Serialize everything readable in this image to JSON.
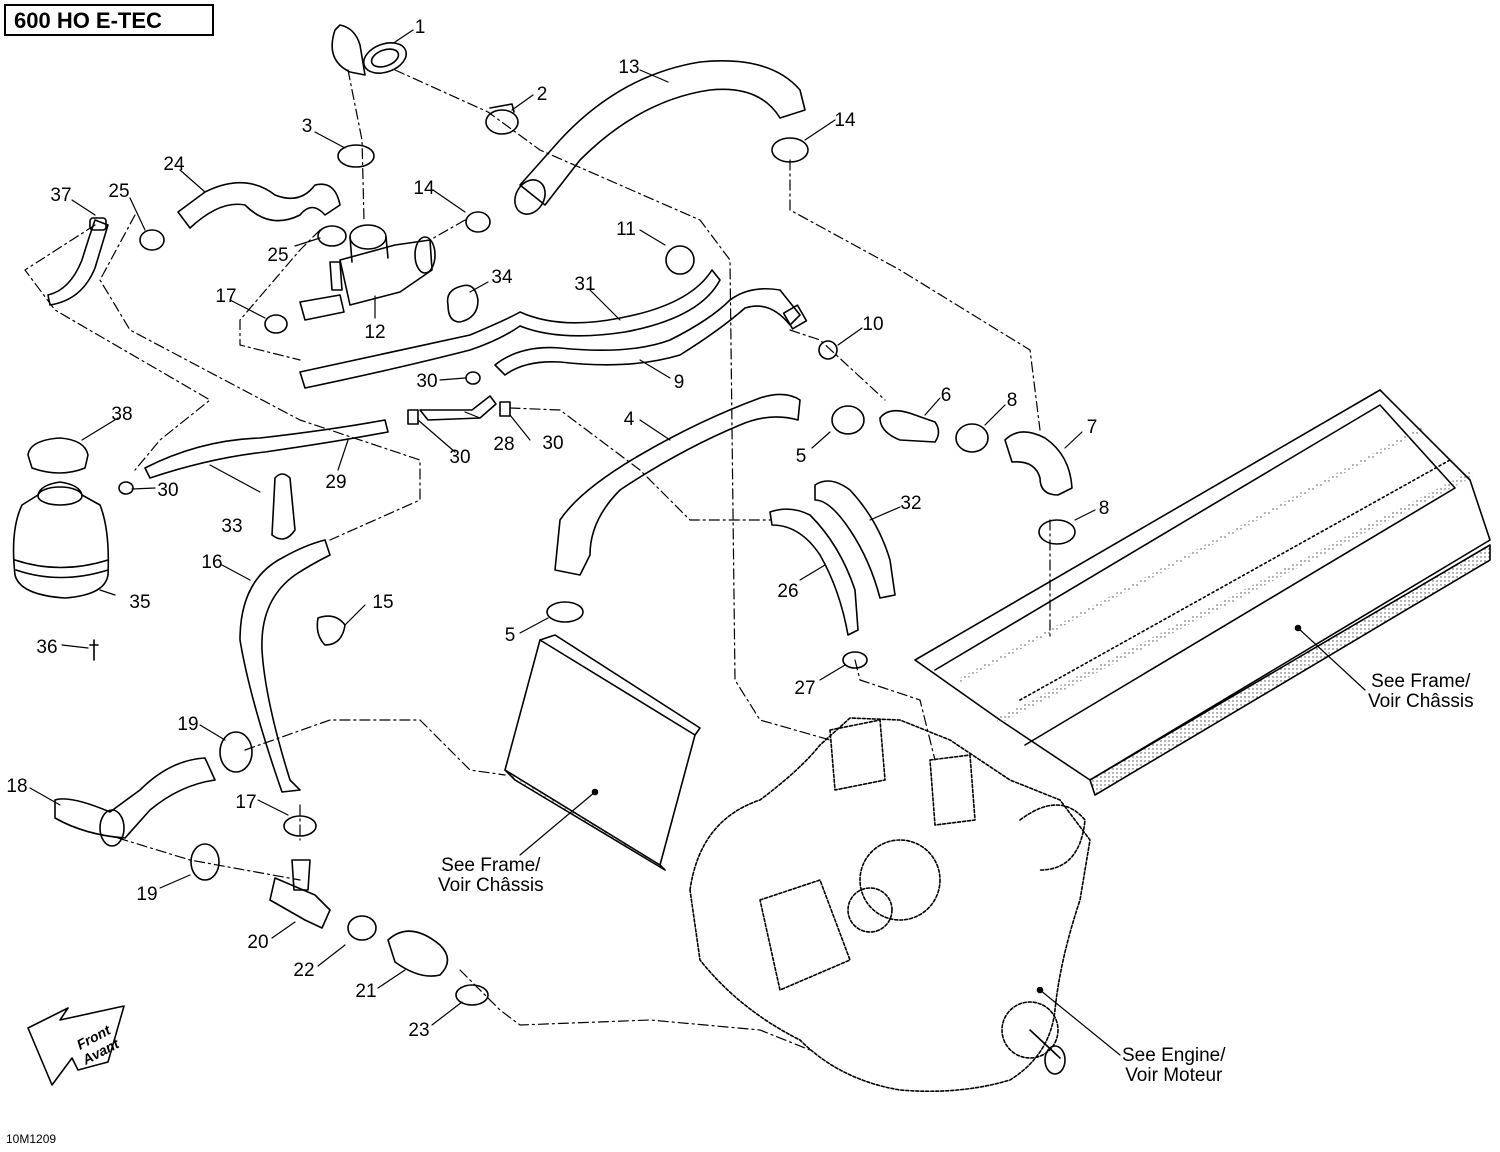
{
  "title": "600 HO E-TEC",
  "drawing_code": "10M1209",
  "front_arrow": {
    "line1": "Front",
    "line2": "Avant"
  },
  "callouts": {
    "frame_right": {
      "line1": "See Frame/",
      "line2": "Voir Châssis"
    },
    "frame_center": {
      "line1": "See Frame/",
      "line2": "Voir Châssis"
    },
    "engine": {
      "line1": "See Engine/",
      "line2": "Voir Moteur"
    }
  },
  "part_numbers": [
    "1",
    "2",
    "3",
    "4",
    "5",
    "5",
    "6",
    "7",
    "8",
    "8",
    "9",
    "10",
    "11",
    "12",
    "13",
    "14",
    "14",
    "15",
    "16",
    "17",
    "17",
    "18",
    "19",
    "19",
    "20",
    "21",
    "22",
    "23",
    "24",
    "25",
    "25",
    "26",
    "27",
    "28",
    "29",
    "30",
    "30",
    "30",
    "30",
    "31",
    "32",
    "33",
    "34",
    "35",
    "36",
    "37",
    "38"
  ]
}
